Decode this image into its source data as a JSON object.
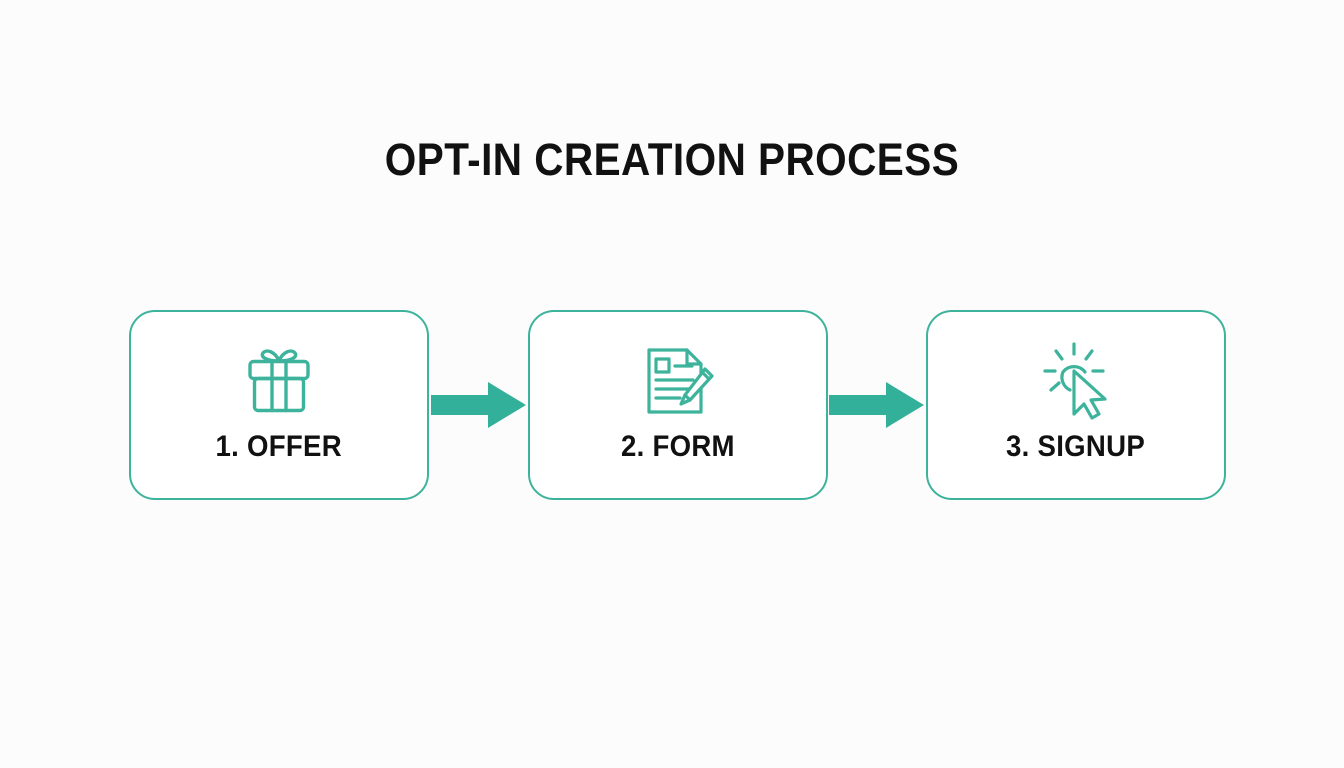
{
  "slide": {
    "title": "OPT-IN CREATION PROCESS",
    "background_color": "#fcfcfc",
    "accent_color": "#3db39c",
    "text_color": "#111111"
  },
  "diagram": {
    "type": "process-flow",
    "orientation": "horizontal",
    "connector": "arrow-right",
    "steps": [
      {
        "number": "1",
        "label": "1. OFFER",
        "icon": "gift-icon"
      },
      {
        "number": "2",
        "label": "2. FORM",
        "icon": "document-pencil-icon"
      },
      {
        "number": "3",
        "label": "3. SIGNUP",
        "icon": "click-cursor-icon"
      }
    ],
    "arrows": [
      {
        "from": "1. OFFER",
        "to": "2. FORM"
      },
      {
        "from": "2. FORM",
        "to": "3. SIGNUP"
      }
    ]
  }
}
